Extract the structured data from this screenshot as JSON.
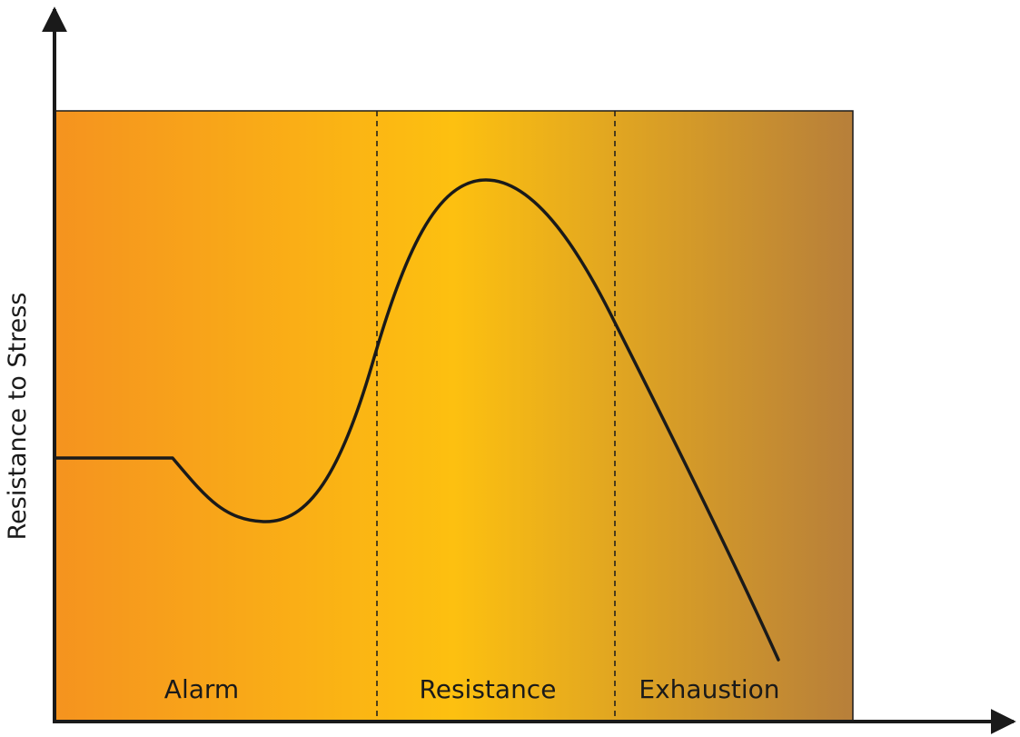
{
  "axes": {
    "y_label": "Resistance to Stress"
  },
  "phases": [
    {
      "label": "Alarm"
    },
    {
      "label": "Resistance"
    },
    {
      "label": "Exhaustion"
    }
  ],
  "colors": {
    "gradient_start": "#f5931f",
    "gradient_mid": "#fdc010",
    "gradient_end": "#b77f3a",
    "curve": "#1a1a1a",
    "axis": "#1a1a1a",
    "divider": "#1a1a1a"
  }
}
